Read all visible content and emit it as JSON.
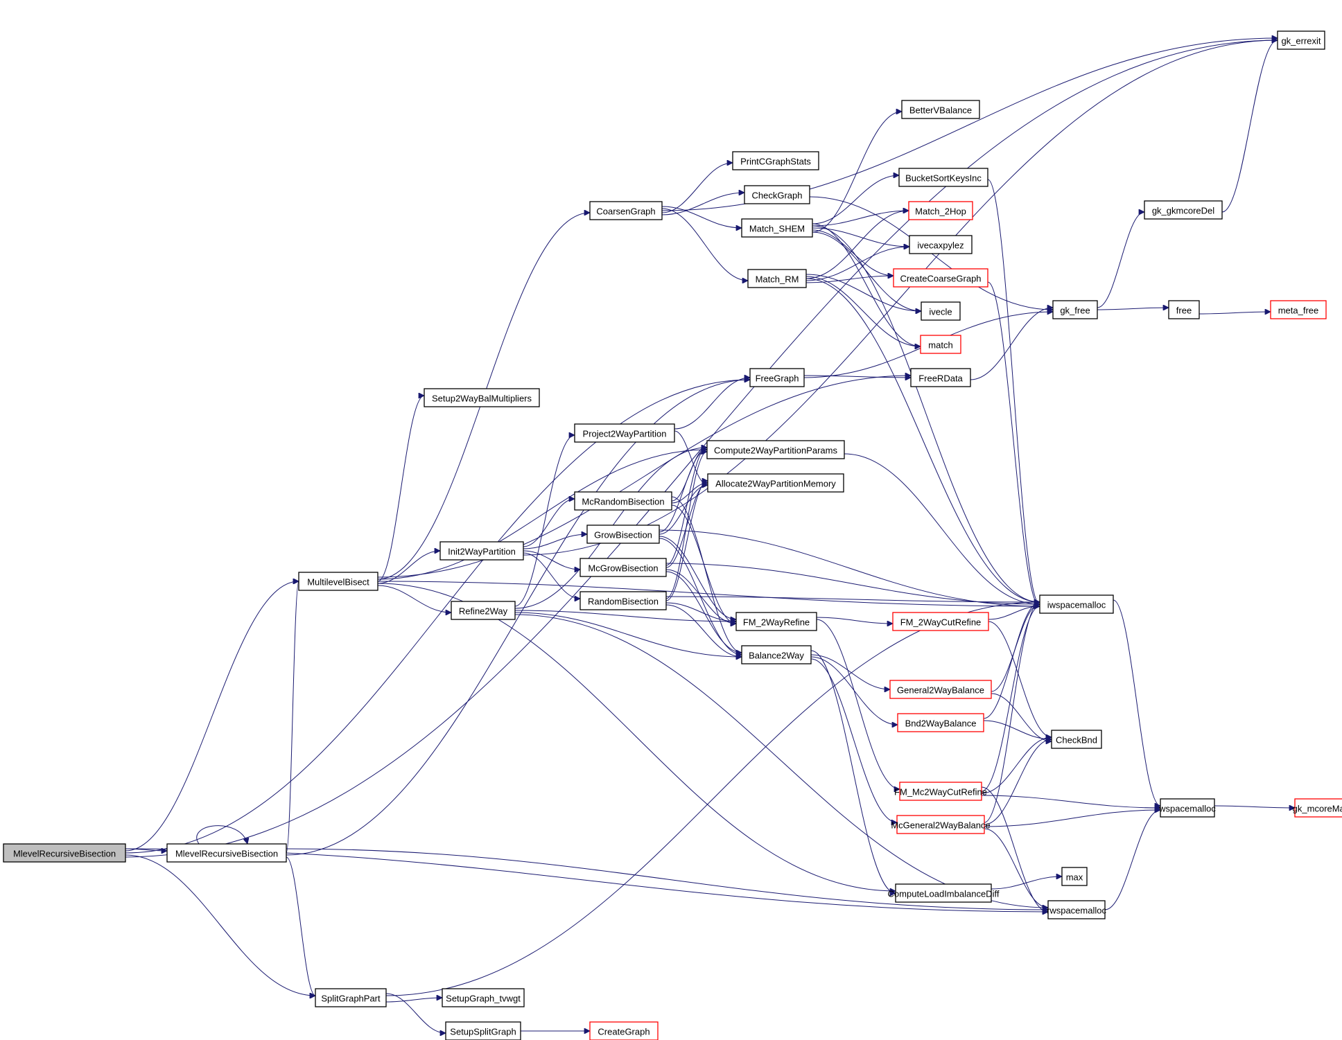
{
  "diagram": {
    "title": "MlevelRecursiveBisection call graph",
    "colors": {
      "edge": "#191970",
      "node_border": "#000000",
      "external_border": "#ff0000",
      "root_fill": "#bfbfbf"
    },
    "nodes": [
      {
        "id": "root",
        "label": "MlevelRecursiveBisection",
        "style": "root"
      },
      {
        "id": "mrb",
        "label": "MlevelRecursiveBisection",
        "style": "normal"
      },
      {
        "id": "mlb",
        "label": "MultilevelBisect",
        "style": "normal"
      },
      {
        "id": "sgp",
        "label": "SplitGraphPart",
        "style": "normal"
      },
      {
        "id": "coarsen",
        "label": "CoarsenGraph",
        "style": "normal"
      },
      {
        "id": "s2wbm",
        "label": "Setup2WayBalMultipliers",
        "style": "normal"
      },
      {
        "id": "i2wp",
        "label": "Init2WayPartition",
        "style": "normal"
      },
      {
        "id": "r2w",
        "label": "Refine2Way",
        "style": "normal"
      },
      {
        "id": "sgtv",
        "label": "SetupGraph_tvwgt",
        "style": "normal"
      },
      {
        "id": "ssg",
        "label": "SetupSplitGraph",
        "style": "normal"
      },
      {
        "id": "cg",
        "label": "CreateGraph",
        "style": "external"
      },
      {
        "id": "pcgs",
        "label": "PrintCGraphStats",
        "style": "normal"
      },
      {
        "id": "chkg",
        "label": "CheckGraph",
        "style": "normal"
      },
      {
        "id": "mshem",
        "label": "Match_SHEM",
        "style": "normal"
      },
      {
        "id": "mrm",
        "label": "Match_RM",
        "style": "normal"
      },
      {
        "id": "p2wp",
        "label": "Project2WayPartition",
        "style": "normal"
      },
      {
        "id": "mcrb",
        "label": "McRandomBisection",
        "style": "normal"
      },
      {
        "id": "gb",
        "label": "GrowBisection",
        "style": "normal"
      },
      {
        "id": "mcgb",
        "label": "McGrowBisection",
        "style": "normal"
      },
      {
        "id": "rb",
        "label": "RandomBisection",
        "style": "normal"
      },
      {
        "id": "freeg",
        "label": "FreeGraph",
        "style": "normal"
      },
      {
        "id": "c2wpp",
        "label": "Compute2WayPartitionParams",
        "style": "normal"
      },
      {
        "id": "a2wpm",
        "label": "Allocate2WayPartitionMemory",
        "style": "normal"
      },
      {
        "id": "fm2wr",
        "label": "FM_2WayRefine",
        "style": "normal"
      },
      {
        "id": "bal2w",
        "label": "Balance2Way",
        "style": "normal"
      },
      {
        "id": "bvb",
        "label": "BetterVBalance",
        "style": "normal"
      },
      {
        "id": "bski",
        "label": "BucketSortKeysInc",
        "style": "normal"
      },
      {
        "id": "m2hop",
        "label": "Match_2Hop",
        "style": "external"
      },
      {
        "id": "ivax",
        "label": "ivecaxpylez",
        "style": "normal"
      },
      {
        "id": "ccg",
        "label": "CreateCoarseGraph",
        "style": "external"
      },
      {
        "id": "ivecle",
        "label": "ivecle",
        "style": "normal"
      },
      {
        "id": "match",
        "label": "match",
        "style": "external"
      },
      {
        "id": "freerd",
        "label": "FreeRData",
        "style": "normal"
      },
      {
        "id": "fm2wcr",
        "label": "FM_2WayCutRefine",
        "style": "external"
      },
      {
        "id": "g2wb",
        "label": "General2WayBalance",
        "style": "external"
      },
      {
        "id": "b2wb",
        "label": "Bnd2WayBalance",
        "style": "external"
      },
      {
        "id": "fmmc",
        "label": "FM_Mc2WayCutRefine",
        "style": "external"
      },
      {
        "id": "mcg2wb",
        "label": "McGeneral2WayBalance",
        "style": "external"
      },
      {
        "id": "clid",
        "label": "ComputeLoadImbalanceDiff",
        "style": "normal"
      },
      {
        "id": "gkerr",
        "label": "gk_errexit",
        "style": "normal"
      },
      {
        "id": "gkfree",
        "label": "gk_free",
        "style": "normal"
      },
      {
        "id": "gkdel",
        "label": "gk_gkmcoreDel",
        "style": "normal"
      },
      {
        "id": "free",
        "label": "free",
        "style": "normal"
      },
      {
        "id": "metafree",
        "label": "meta_free",
        "style": "external"
      },
      {
        "id": "iwsm",
        "label": "iwspacemalloc",
        "style": "normal"
      },
      {
        "id": "chkbnd",
        "label": "CheckBnd",
        "style": "normal"
      },
      {
        "id": "wsm",
        "label": "wspacemalloc",
        "style": "normal"
      },
      {
        "id": "gkmm",
        "label": "gk_mcoreMalloc",
        "style": "external"
      },
      {
        "id": "max",
        "label": "max",
        "style": "normal"
      },
      {
        "id": "rwsm",
        "label": "rwspacemalloc",
        "style": "normal"
      }
    ],
    "edges": [
      [
        "root",
        "mrb"
      ],
      [
        "root",
        "mlb"
      ],
      [
        "root",
        "freeg"
      ],
      [
        "root",
        "sgp"
      ],
      [
        "root",
        "gkerr"
      ],
      [
        "root",
        "rwsm"
      ],
      [
        "mrb",
        "mrb"
      ],
      [
        "mrb",
        "mlb"
      ],
      [
        "mrb",
        "freeg"
      ],
      [
        "mrb",
        "sgp"
      ],
      [
        "mrb",
        "rwsm"
      ],
      [
        "mlb",
        "coarsen"
      ],
      [
        "mlb",
        "s2wbm"
      ],
      [
        "mlb",
        "i2wp"
      ],
      [
        "mlb",
        "r2w"
      ],
      [
        "mlb",
        "freerd"
      ],
      [
        "mlb",
        "c2wpp"
      ],
      [
        "mlb",
        "iwsm"
      ],
      [
        "mlb",
        "clid"
      ],
      [
        "sgp",
        "sgtv"
      ],
      [
        "sgp",
        "ssg"
      ],
      [
        "sgp",
        "iwsm"
      ],
      [
        "ssg",
        "cg"
      ],
      [
        "coarsen",
        "pcgs"
      ],
      [
        "coarsen",
        "chkg"
      ],
      [
        "coarsen",
        "mshem"
      ],
      [
        "coarsen",
        "mrm"
      ],
      [
        "coarsen",
        "gkerr"
      ],
      [
        "chkg",
        "gkfree"
      ],
      [
        "mshem",
        "bvb"
      ],
      [
        "mshem",
        "bski"
      ],
      [
        "mshem",
        "m2hop"
      ],
      [
        "mshem",
        "ivax"
      ],
      [
        "mshem",
        "ccg"
      ],
      [
        "mshem",
        "ivecle"
      ],
      [
        "mshem",
        "match"
      ],
      [
        "mshem",
        "iwsm"
      ],
      [
        "mrm",
        "m2hop"
      ],
      [
        "mrm",
        "ivax"
      ],
      [
        "mrm",
        "ccg"
      ],
      [
        "mrm",
        "ivecle"
      ],
      [
        "mrm",
        "match"
      ],
      [
        "mrm",
        "iwsm"
      ],
      [
        "bski",
        "iwsm"
      ],
      [
        "ccg",
        "iwsm"
      ],
      [
        "i2wp",
        "mcrb"
      ],
      [
        "i2wp",
        "gb"
      ],
      [
        "i2wp",
        "mcgb"
      ],
      [
        "i2wp",
        "rb"
      ],
      [
        "i2wp",
        "gkerr"
      ],
      [
        "r2w",
        "p2wp"
      ],
      [
        "r2w",
        "c2wpp"
      ],
      [
        "r2w",
        "fm2wr"
      ],
      [
        "r2w",
        "bal2w"
      ],
      [
        "r2w",
        "rwsm"
      ],
      [
        "p2wp",
        "freeg"
      ],
      [
        "p2wp",
        "a2wpm"
      ],
      [
        "mcrb",
        "c2wpp"
      ],
      [
        "mcrb",
        "a2wpm"
      ],
      [
        "mcrb",
        "fm2wr"
      ],
      [
        "mcrb",
        "bal2w"
      ],
      [
        "gb",
        "c2wpp"
      ],
      [
        "gb",
        "a2wpm"
      ],
      [
        "gb",
        "fm2wr"
      ],
      [
        "gb",
        "bal2w"
      ],
      [
        "gb",
        "iwsm"
      ],
      [
        "mcgb",
        "c2wpp"
      ],
      [
        "mcgb",
        "a2wpm"
      ],
      [
        "mcgb",
        "fm2wr"
      ],
      [
        "mcgb",
        "bal2w"
      ],
      [
        "mcgb",
        "iwsm"
      ],
      [
        "rb",
        "c2wpp"
      ],
      [
        "rb",
        "a2wpm"
      ],
      [
        "rb",
        "fm2wr"
      ],
      [
        "rb",
        "bal2w"
      ],
      [
        "rb",
        "iwsm"
      ],
      [
        "freeg",
        "freerd"
      ],
      [
        "freeg",
        "gkfree"
      ],
      [
        "freerd",
        "gkfree"
      ],
      [
        "c2wpp",
        "iwsm"
      ],
      [
        "fm2wr",
        "fm2wcr"
      ],
      [
        "fm2wr",
        "fmmc"
      ],
      [
        "bal2w",
        "g2wb"
      ],
      [
        "bal2w",
        "b2wb"
      ],
      [
        "bal2w",
        "mcg2wb"
      ],
      [
        "bal2w",
        "clid"
      ],
      [
        "fm2wcr",
        "iwsm"
      ],
      [
        "fm2wcr",
        "chkbnd"
      ],
      [
        "g2wb",
        "iwsm"
      ],
      [
        "g2wb",
        "chkbnd"
      ],
      [
        "b2wb",
        "iwsm"
      ],
      [
        "b2wb",
        "chkbnd"
      ],
      [
        "fmmc",
        "iwsm"
      ],
      [
        "fmmc",
        "chkbnd"
      ],
      [
        "fmmc",
        "wsm"
      ],
      [
        "fmmc",
        "rwsm"
      ],
      [
        "mcg2wb",
        "iwsm"
      ],
      [
        "mcg2wb",
        "chkbnd"
      ],
      [
        "mcg2wb",
        "wsm"
      ],
      [
        "mcg2wb",
        "rwsm"
      ],
      [
        "clid",
        "max"
      ],
      [
        "gkfree",
        "gkdel"
      ],
      [
        "gkfree",
        "free"
      ],
      [
        "gkdel",
        "gkerr"
      ],
      [
        "free",
        "metafree"
      ],
      [
        "iwsm",
        "wsm"
      ],
      [
        "wsm",
        "gkmm"
      ],
      [
        "rwsm",
        "wsm"
      ]
    ]
  }
}
